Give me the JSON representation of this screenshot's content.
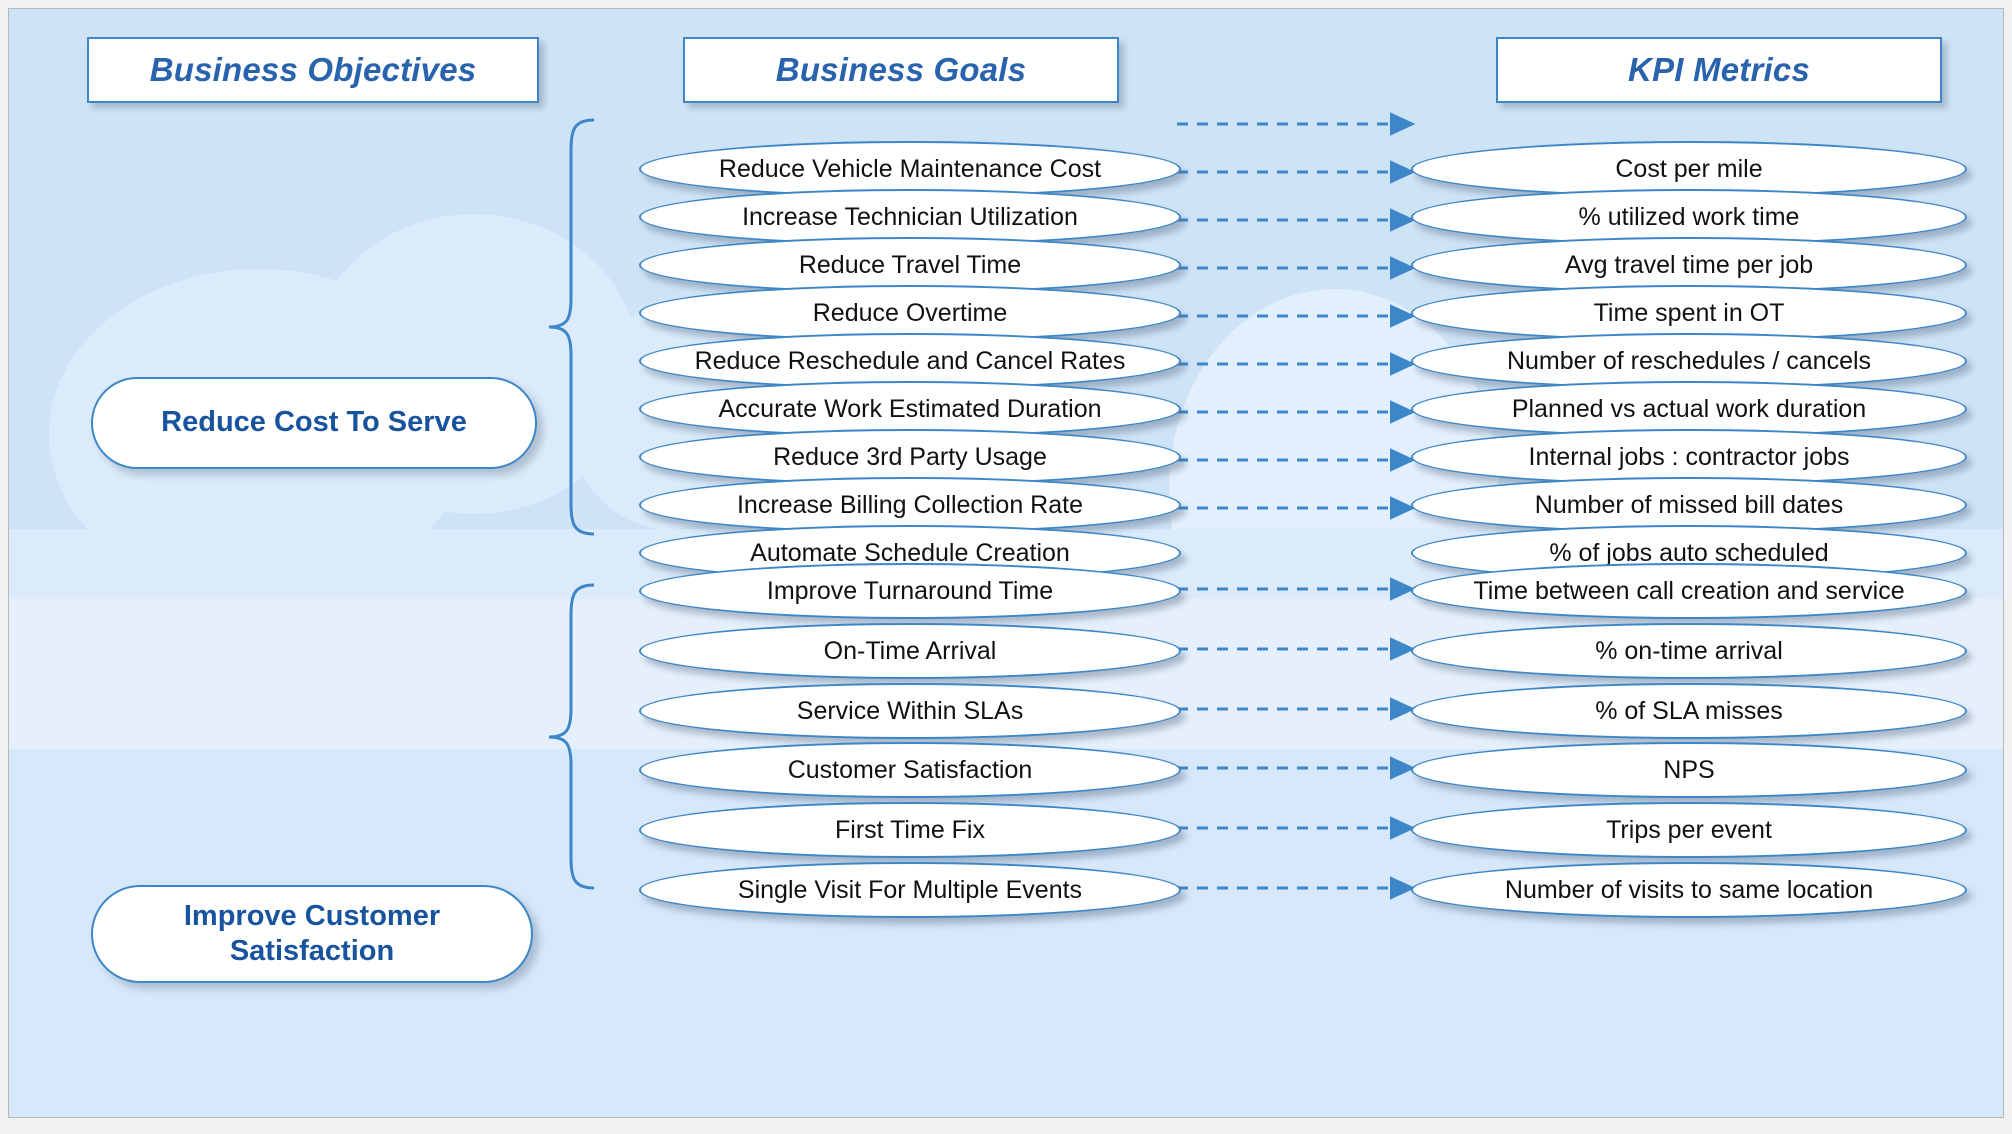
{
  "theme": {
    "canvas_bg": "#cfe3f7",
    "cloud": "#dcebfb",
    "accent_border": "#3d87c8",
    "header_text": "#2a63ad",
    "objective_text": "#18549e",
    "node_text": "#111111",
    "connector": "#3d87c8"
  },
  "headers": {
    "objectives": "Business Objectives",
    "goals": "Business Goals",
    "kpis": "KPI Metrics"
  },
  "groups": [
    {
      "objective": "Reduce Cost To Serve",
      "rows": [
        {
          "goal": "Reduce Vehicle Maintenance Cost",
          "kpi": "Cost per mile"
        },
        {
          "goal": "Increase Technician Utilization",
          "kpi": "% utilized work time"
        },
        {
          "goal": "Reduce Travel Time",
          "kpi": "Avg travel time per job"
        },
        {
          "goal": "Reduce Overtime",
          "kpi": "Time spent in OT"
        },
        {
          "goal": "Reduce Reschedule  and Cancel Rates",
          "kpi": "Number of reschedules / cancels"
        },
        {
          "goal": "Accurate Work Estimated Duration",
          "kpi": "Planned vs actual work duration"
        },
        {
          "goal": "Reduce 3rd Party Usage",
          "kpi": "Internal jobs : contractor jobs"
        },
        {
          "goal": "Increase Billing Collection Rate",
          "kpi": "Number of missed bill dates"
        },
        {
          "goal": "Automate Schedule Creation",
          "kpi": "% of jobs auto scheduled"
        }
      ]
    },
    {
      "objective": "Improve Customer Satisfaction",
      "rows": [
        {
          "goal": "Improve Turnaround Time",
          "kpi": "Time between call creation and service"
        },
        {
          "goal": "On-Time Arrival",
          "kpi": "% on-time arrival"
        },
        {
          "goal": "Service Within SLAs",
          "kpi": "% of SLA misses"
        },
        {
          "goal": "Customer Satisfaction",
          "kpi": "NPS"
        },
        {
          "goal": "First Time Fix",
          "kpi": "Trips per event"
        },
        {
          "goal": "Single Visit For Multiple Events",
          "kpi": "Number of visits to same location"
        }
      ]
    }
  ]
}
